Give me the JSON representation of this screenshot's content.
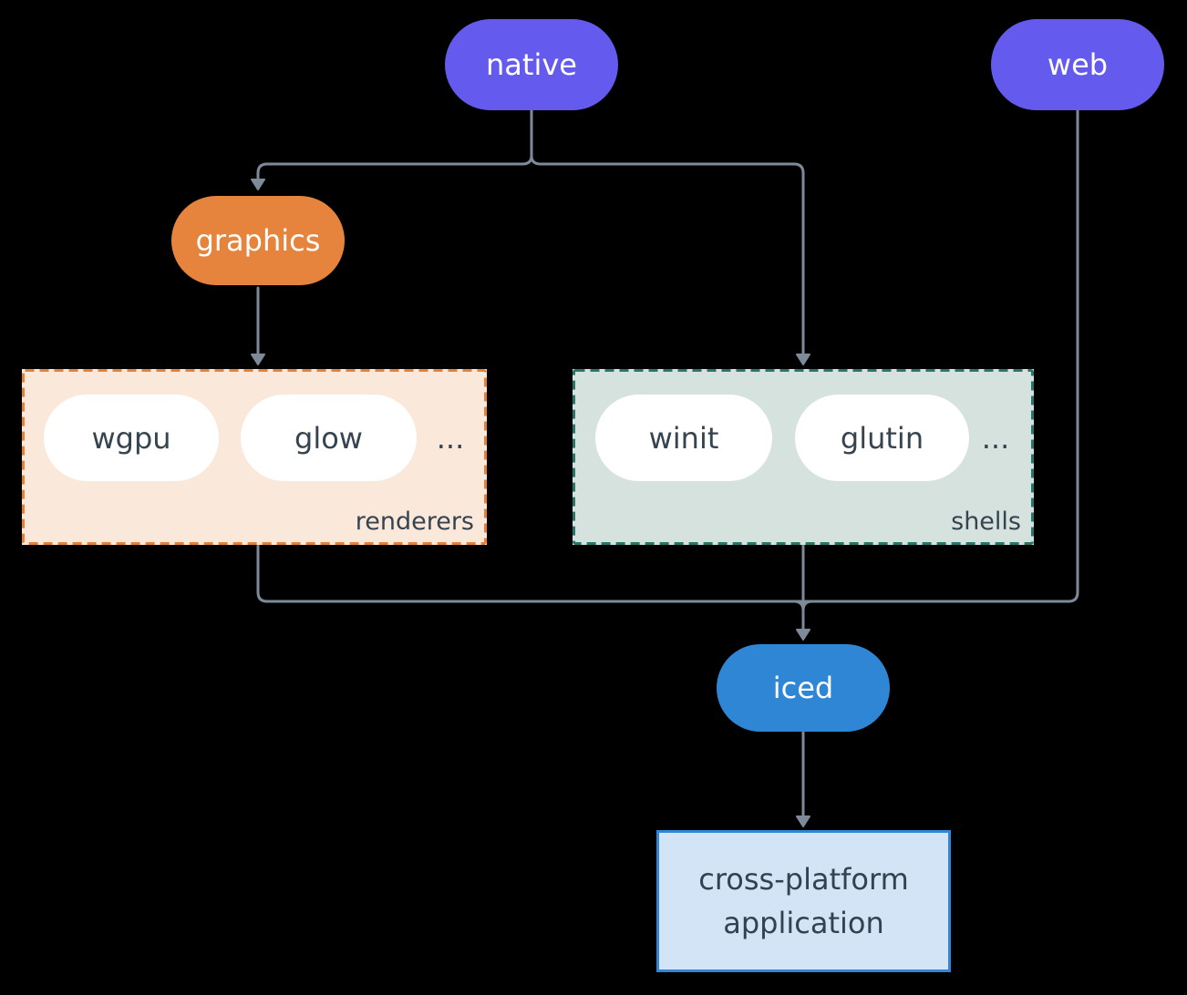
{
  "nodes": {
    "native": {
      "label": "native"
    },
    "web": {
      "label": "web"
    },
    "graphics": {
      "label": "graphics"
    },
    "iced": {
      "label": "iced"
    },
    "application": {
      "line1": "cross-platform",
      "line2": "application"
    }
  },
  "groups": {
    "renderers": {
      "label": "renderers",
      "ellipsis": "...",
      "items": [
        {
          "label": "wgpu"
        },
        {
          "label": "glow"
        }
      ]
    },
    "shells": {
      "label": "shells",
      "ellipsis": "...",
      "items": [
        {
          "label": "winit"
        },
        {
          "label": "glutin"
        }
      ]
    }
  },
  "colors": {
    "background": "#000000",
    "node_purple": "#645BEE",
    "node_orange": "#E6843E",
    "node_blue": "#2E86D5",
    "node_white": "#FFFFFF",
    "renderers_fill": "#FAE8DB",
    "renderers_border": "#E0813C",
    "shells_fill": "#D5E2DD",
    "shells_border": "#26776A",
    "application_fill": "#D3E4F6",
    "application_border": "#2E86D5",
    "connector_line": "#7D8A99",
    "dark_text": "#36444F",
    "light_text": "#FFFFFF"
  }
}
